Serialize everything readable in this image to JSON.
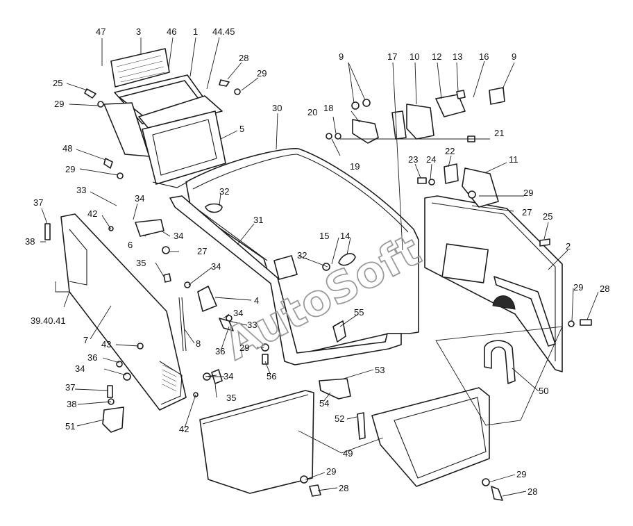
{
  "diagram": {
    "callouts": {
      "c47": "47",
      "c3": "3",
      "c46": "46",
      "c1": "1",
      "c4445": "44.45",
      "c28a": "28",
      "c29a": "29",
      "c25a": "25",
      "c29b": "29",
      "c30": "30",
      "c5": "5",
      "c48": "48",
      "c29c": "29",
      "c9a": "9",
      "c17": "17",
      "c10": "10",
      "c12": "12",
      "c13": "13",
      "c16": "16",
      "c9b": "9",
      "c20": "20",
      "c18": "18",
      "c21": "21",
      "c19": "19",
      "c23": "23",
      "c24": "24",
      "c22": "22",
      "c11": "11",
      "c29d": "29",
      "c27a": "27",
      "c25b": "25",
      "c2": "2",
      "c37a": "37",
      "c33a": "33",
      "c34a": "34",
      "c32a": "32",
      "c42a": "42",
      "c38a": "38",
      "c31": "31",
      "c34b": "34",
      "c6": "6",
      "c27b": "27",
      "c15": "15",
      "c14": "14",
      "c32b": "32",
      "c35a": "35",
      "c34c": "34",
      "c4": "4",
      "c394041": "39.40.41",
      "c34d": "34",
      "c33b": "33",
      "c55": "55",
      "c7": "7",
      "c8": "8",
      "c29e": "29",
      "c28b": "28",
      "c43": "43",
      "c36a": "36",
      "c29f": "29",
      "c56": "56",
      "c36b": "36",
      "c34e": "34",
      "c53": "53",
      "c34f": "34",
      "c50": "50",
      "c37b": "37",
      "c35b": "35",
      "c54": "54",
      "c38b": "38",
      "c52": "52",
      "c51": "51",
      "c42b": "42",
      "c49": "49",
      "c29g": "29",
      "c29h": "29",
      "c28c": "28",
      "c28d": "28"
    },
    "watermark": "AutoSoft"
  }
}
